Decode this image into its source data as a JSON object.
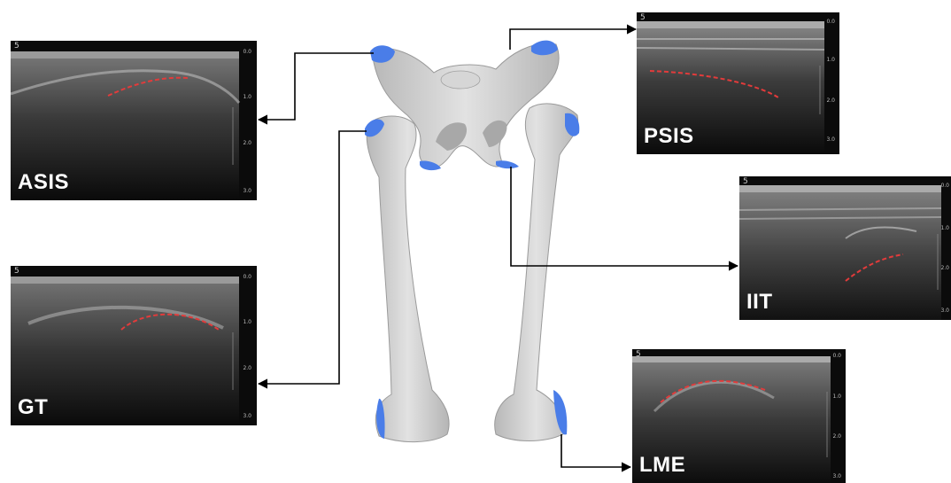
{
  "panels": {
    "asis": {
      "label": "ASIS",
      "tag": "5",
      "ticks": [
        "0.0",
        "1.0",
        "2.0",
        "3.0"
      ]
    },
    "gt": {
      "label": "GT",
      "tag": "5",
      "ticks": [
        "0.0",
        "1.0",
        "2.0",
        "3.0"
      ]
    },
    "psis": {
      "label": "PSIS",
      "tag": "5",
      "ticks": [
        "0.0",
        "1.0",
        "2.0",
        "3.0"
      ]
    },
    "iit": {
      "label": "IIT",
      "tag": "5",
      "ticks": [
        "0.0",
        "1.0",
        "2.0",
        "3.0"
      ]
    },
    "lme": {
      "label": "LME",
      "tag": "5",
      "ticks": [
        "0.0",
        "1.0",
        "2.0",
        "3.0"
      ]
    }
  },
  "colors": {
    "bone": "#c9c9c9",
    "landmark": "#4a7de8",
    "trace": "#e23b3b",
    "arrow": "#000000",
    "panel_bg": "#0b0b0b"
  }
}
